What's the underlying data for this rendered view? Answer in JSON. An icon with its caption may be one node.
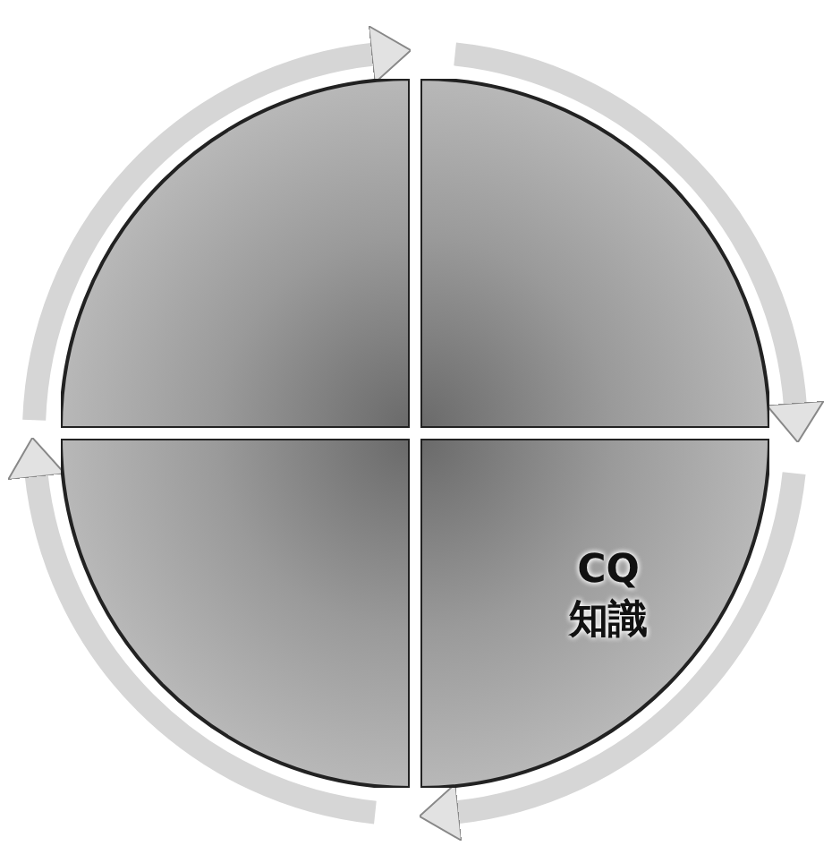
{
  "diagram": {
    "nodes": [
      {
        "text": [],
        "shape": "sector"
      },
      {
        "text": [],
        "shape": "sector"
      },
      {
        "text": [],
        "shape": "sector"
      },
      {
        "text": [
          "CQ 知識"
        ]
      }
    ]
  }
}
